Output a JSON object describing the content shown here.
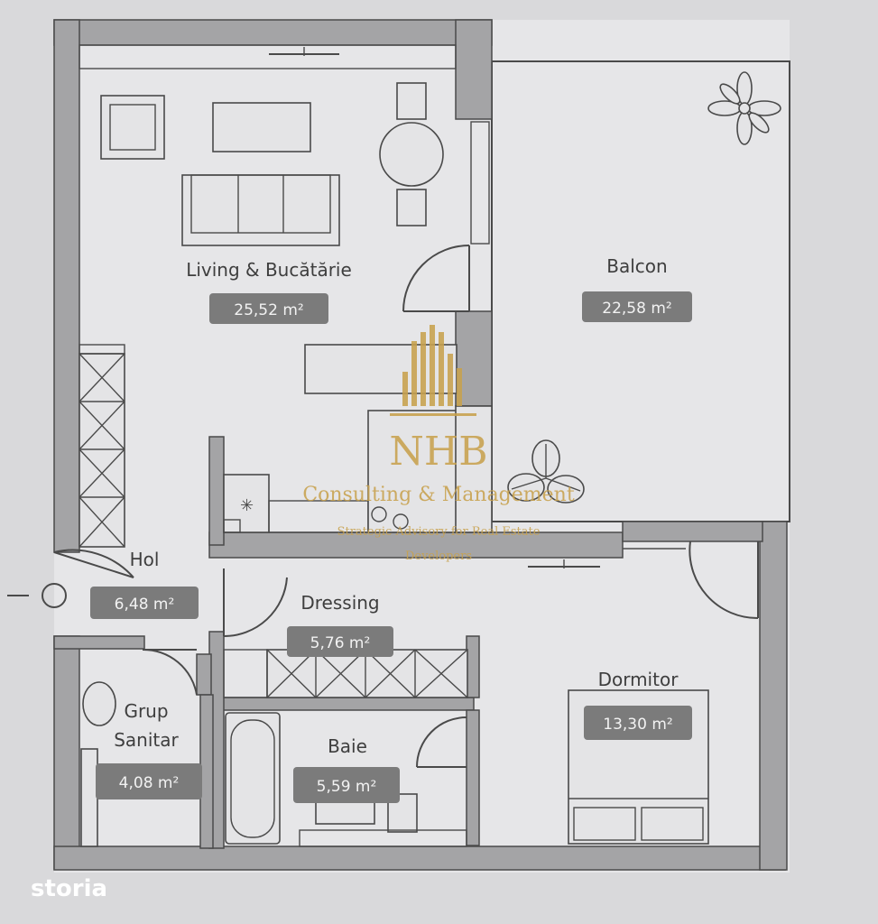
{
  "rooms": [
    {
      "id": "living",
      "name": "Living & Bucătărie",
      "area": "25,52 m²"
    },
    {
      "id": "balcon",
      "name": "Balcon",
      "area": "22,58 m²"
    },
    {
      "id": "hol",
      "name": "Hol",
      "area": "6,48 m²"
    },
    {
      "id": "dressing",
      "name": "Dressing",
      "area": "5,76 m²"
    },
    {
      "id": "dormitor",
      "name": "Dormitor",
      "area": "13,30 m²"
    },
    {
      "id": "baie",
      "name": "Baie",
      "area": "5,59 m²"
    },
    {
      "id": "grup",
      "name_line1": "Grup",
      "name_line2": "Sanitar",
      "area": "4,08 m²"
    }
  ],
  "watermark": {
    "initials": "NHB",
    "company": "Consulting & Management",
    "tagline_line1": "Strategic Advisory for  Real Estate",
    "tagline_line2": "Developers"
  },
  "brand": {
    "logo": "storia"
  },
  "colors": {
    "wall": "#a4a4a6",
    "line": "#4a4a4a",
    "badge": "#7b7b7b",
    "gold": "#c8a24e",
    "background": "#d9d9db"
  }
}
